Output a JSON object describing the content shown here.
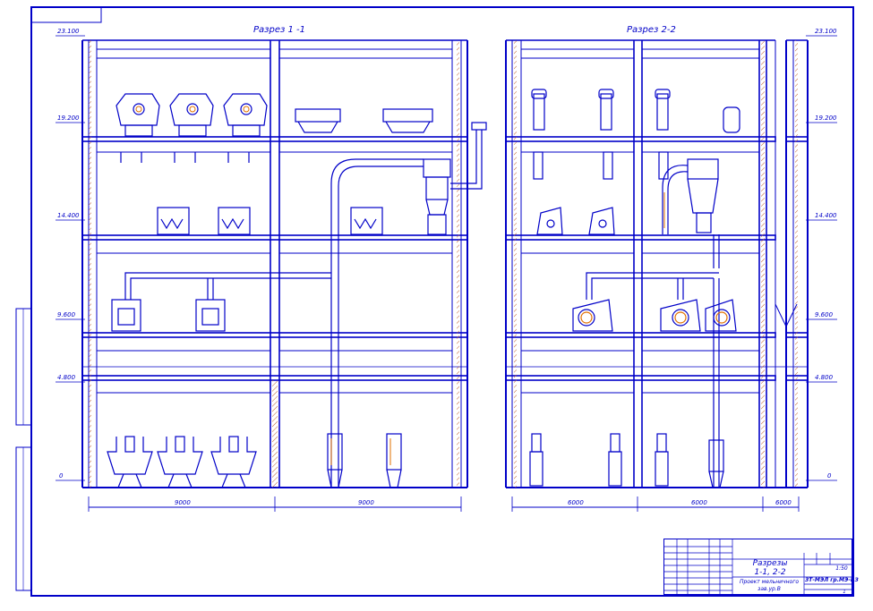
{
  "drawing": {
    "section_left_title": "Разрез 1 -1",
    "section_right_title": "Разрез 2-2",
    "line_color": "#0000c8",
    "accent_color": "#e07000",
    "hatch_color": "#c06030",
    "levels_left": [
      "23.100",
      "19.200",
      "14.400",
      "9.600",
      "4.800",
      "0"
    ],
    "levels_right": [
      "23.100",
      "19.200",
      "14.400",
      "9.600",
      "4.800",
      "0"
    ],
    "dimensions_left": [
      "9000",
      "9000"
    ],
    "dimensions_right": [
      "6000",
      "6000",
      "6000"
    ]
  },
  "title_block": {
    "drawing_title_line1": "Разрезы",
    "drawing_title_line2": "1-1, 2-2",
    "subtitle_line1": "Проект мельничного",
    "subtitle_line2": "зав.ур.В",
    "document_code": "ЗТ-МЭЛ гр.МЭ-ВЗ",
    "scale": "1:50",
    "sheet": "1"
  }
}
